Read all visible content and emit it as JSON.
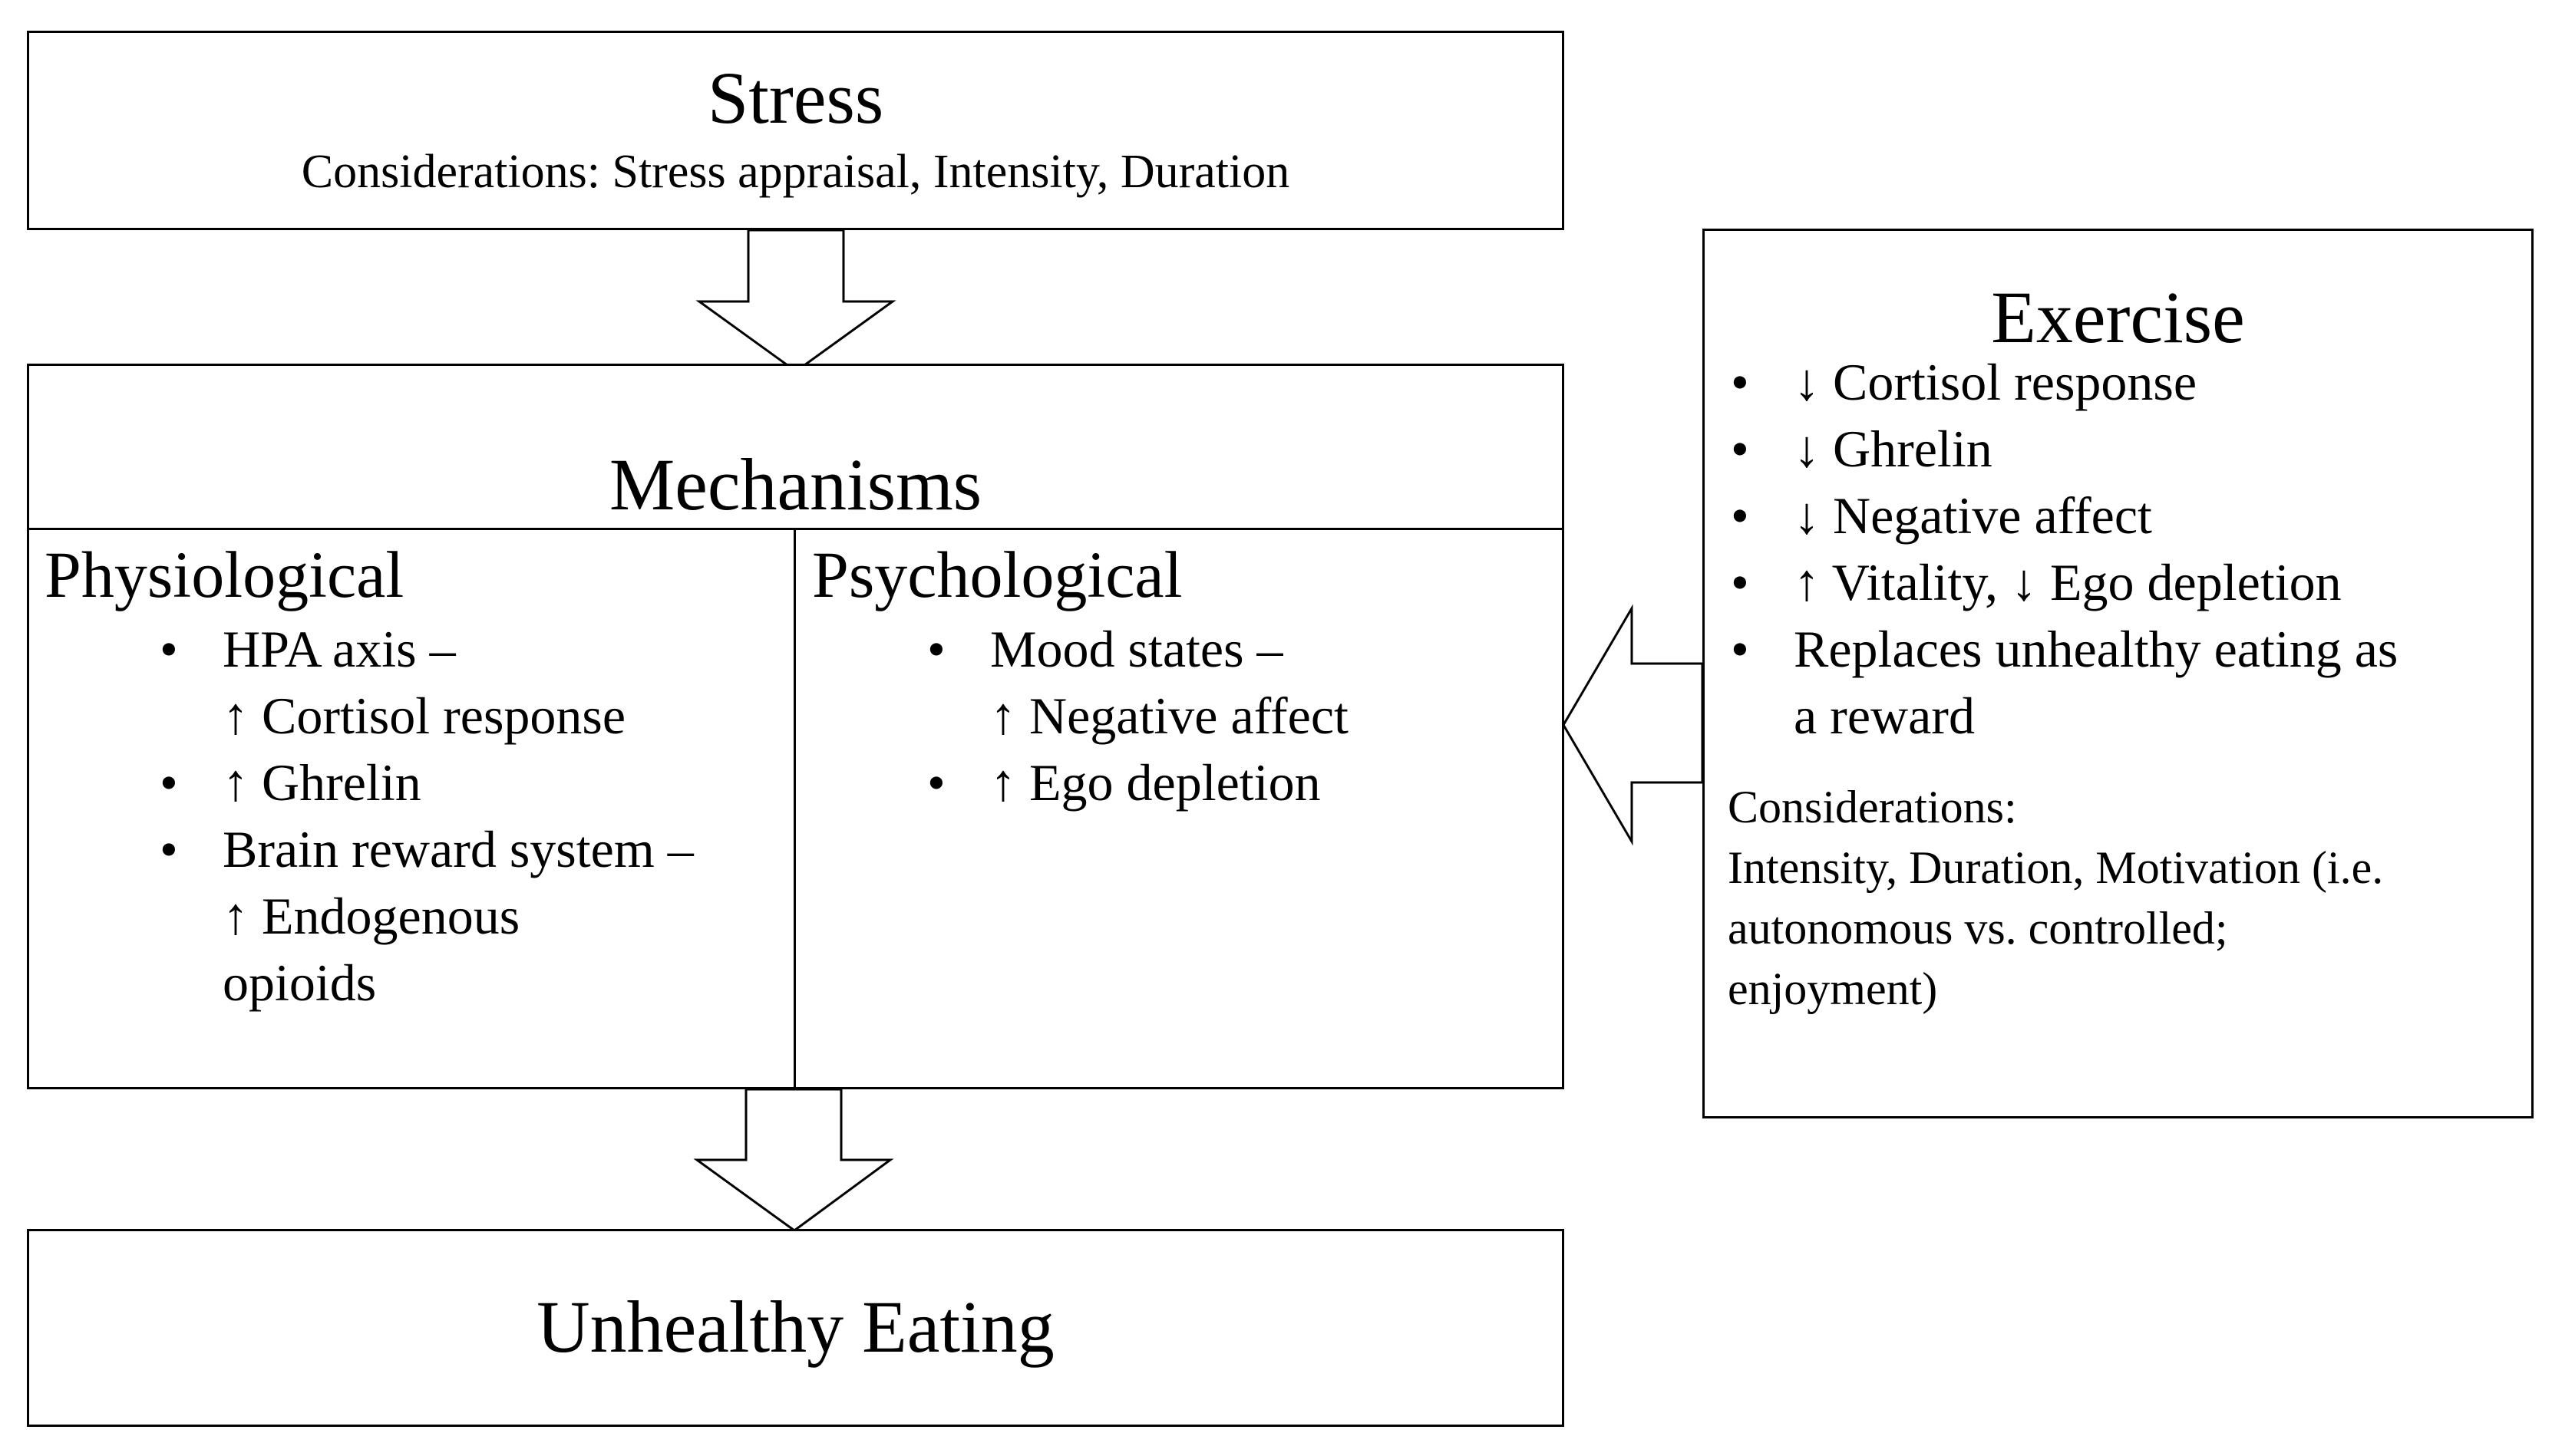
{
  "stress": {
    "title": "Stress",
    "considerations": "Considerations: Stress appraisal, Intensity, Duration"
  },
  "mechanisms": {
    "title": "Mechanisms",
    "physiological": {
      "title": "Physiological",
      "items": [
        {
          "line1": "HPA axis –",
          "line2": "↑ Cortisol response"
        },
        {
          "line1": "↑ Ghrelin"
        },
        {
          "line1": "Brain reward system –",
          "line2": "↑ Endogenous",
          "line3": "opioids"
        }
      ]
    },
    "psychological": {
      "title": "Psychological",
      "items": [
        {
          "line1": "Mood states –",
          "line2": "↑ Negative affect"
        },
        {
          "line1": "↑ Ego depletion"
        }
      ]
    }
  },
  "outcome": {
    "title": "Unhealthy Eating"
  },
  "exercise": {
    "title": "Exercise",
    "items": [
      {
        "line1": "↓ Cortisol response"
      },
      {
        "line1": "↓ Ghrelin"
      },
      {
        "line1": "↓ Negative affect"
      },
      {
        "line1": "↑ Vitality, ↓ Ego depletion"
      },
      {
        "line1": "Replaces unhealthy eating as",
        "line2": "a reward"
      }
    ],
    "considerations": {
      "label": "Considerations:",
      "line1": "Intensity, Duration, Motivation (i.e.",
      "line2": "autonomous vs. controlled;",
      "line3": "enjoyment)"
    }
  }
}
